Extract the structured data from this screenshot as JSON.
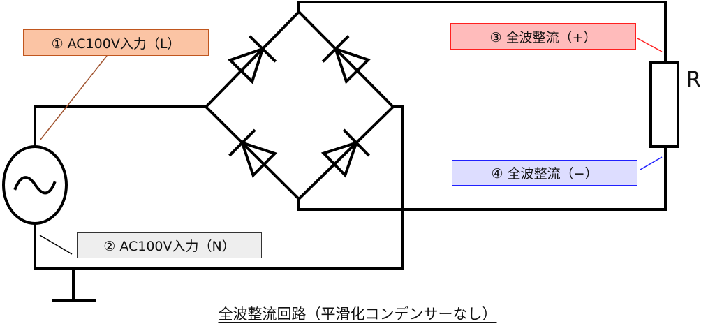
{
  "labels": {
    "l_input": "① AC100V入力（L）",
    "n_input": "② AC100V入力（N）",
    "positive": "③ 全波整流（+）",
    "negative": "④ 全波整流（−）"
  },
  "resistor_label": "R",
  "title": "全波整流回路（平滑化コンデンサーなし）",
  "colors": {
    "l_fill": "#fbc4a4",
    "l_stroke": "#c0561e",
    "n_fill": "#eeeeee",
    "pos_fill": "#ffbbbb",
    "pos_stroke": "#ff2020",
    "neg_fill": "#ddddff",
    "neg_stroke": "#2020ff"
  }
}
